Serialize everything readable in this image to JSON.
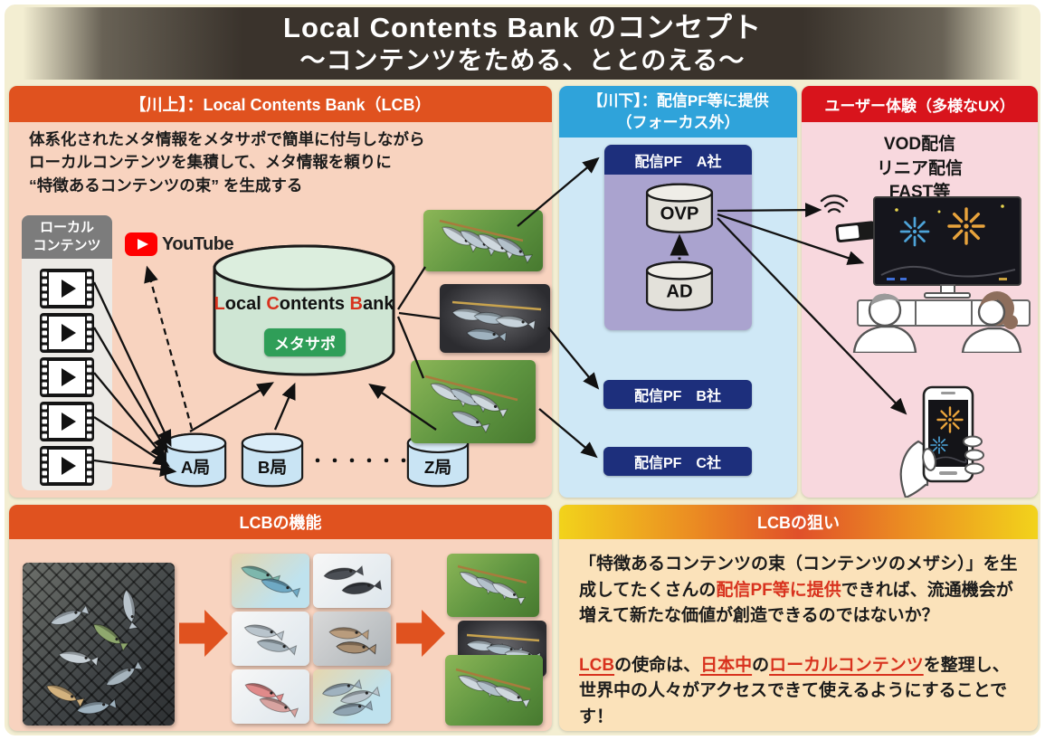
{
  "title": {
    "line1": "Local Contents Bank のコンセプト",
    "line2": "～コンテンツをためる、ととのえる～"
  },
  "kawakami": {
    "header": "【川上】：Local Contents Bank（LCB）",
    "description": "体系化されたメタ情報をメタサポで簡単に付与しながら\nローカルコンテンツを集積して、メタ情報を頼りに\n“特徴あるコンテンツの束” を生成する",
    "local_contents_label": "ローカル\nコンテンツ",
    "youtube_label": "YouTube",
    "lcb": {
      "l": "L",
      "ocal": "ocal ",
      "c": "C",
      "ontents": "ontents ",
      "b": "B",
      "ank": "ank"
    },
    "metasapo_badge": "メタサポ",
    "stations": [
      "A局",
      "B局",
      "Z局"
    ],
    "dots": "・・・・・・・"
  },
  "kawashimo": {
    "header": "【川下】：配信PF等に提供\n（フォーカス外）",
    "pf_a": "配信PF　A社",
    "ovp": "OVP",
    "ad": "AD",
    "pf_b": "配信PF　B社",
    "pf_c": "配信PF　C社"
  },
  "ux": {
    "header": "ユーザー体験（多様なUX）",
    "delivery_types": "VOD配信\nリニア配信\nFAST等"
  },
  "functions": {
    "header": "LCBの機能"
  },
  "aim": {
    "header": "LCBの狙い",
    "p1a": "「特徴あるコンテンツの束（コンテンツのメザシ）」を生成してたくさんの",
    "p1b": "配信PF等に提供",
    "p1c": "できれば、流通機会が増えて新たな価値が創造できるのではないか？",
    "p2a": "LCB",
    "p2b": "の使命は、",
    "p2c": "日本中",
    "p2d": "の",
    "p2e": "ローカルコンテンツ",
    "p2f": "を整理し、世界中の人々がアクセスできて使えるようにすることです！"
  },
  "colors": {
    "page_bg": "#f3eed2",
    "upstream_header": "#e0521f",
    "upstream_bg": "#f8d3bf",
    "downstream_header": "#2fa3da",
    "downstream_bg": "#cfe8f6",
    "ux_header": "#d8141c",
    "ux_bg": "#f8d8de",
    "aim_bg": "#fbe2ba",
    "navy_box": "#1d2f7c",
    "purple_box": "#aaa3cf",
    "metasapo_green": "#2f9e58",
    "highlight_red": "#d8321e",
    "lcb_cylinder": "#cfe6d4",
    "station_cylinder": "#c9e4f4",
    "youtube_red": "#ff0000"
  }
}
